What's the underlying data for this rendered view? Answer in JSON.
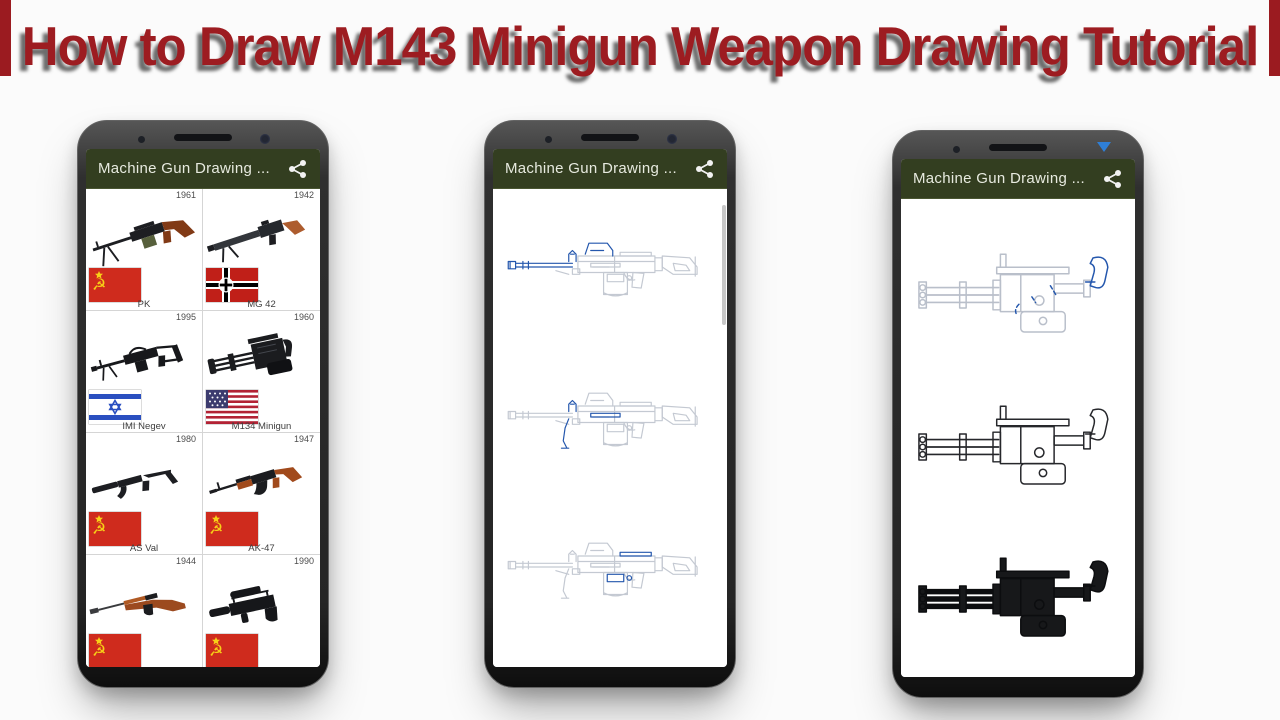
{
  "banner": {
    "title": "How to Draw M143 Minigun Weapon Drawing Tutorial"
  },
  "colors": {
    "banner_red": "#9d1c21",
    "appbar_green": "#333e20",
    "highlight_blue": "#2457ad",
    "phone_frame": "#2f2f2f"
  },
  "icons": {
    "share": "share-nodes-icon",
    "wifi": "wifi-status-icon",
    "flags": [
      "ussr",
      "nazi-war-ensign",
      "israel",
      "usa"
    ]
  },
  "phones": {
    "left": {
      "app_bar_title": "Machine Gun Drawing ...",
      "cells": [
        {
          "year": "1961",
          "name": "PK",
          "flag": "ussr",
          "gun": "pk-machine-gun"
        },
        {
          "year": "1942",
          "name": "MG 42",
          "flag": "nazi-war-ensign",
          "gun": "mg-42"
        },
        {
          "year": "1995",
          "name": "IMI Negev",
          "flag": "israel",
          "gun": "imi-negev"
        },
        {
          "year": "1960",
          "name": "M134 Minigun",
          "flag": "usa",
          "gun": "m134-minigun"
        },
        {
          "year": "1980",
          "name": "AS Val",
          "flag": "ussr",
          "gun": "as-val"
        },
        {
          "year": "1947",
          "name": "AK-47",
          "flag": "ussr",
          "gun": "ak-47"
        },
        {
          "year": "1944",
          "flag": "ussr",
          "gun": "wooden-rifle"
        },
        {
          "year": "1990",
          "flag": "ussr",
          "gun": "bullpup-rifle"
        }
      ]
    },
    "middle": {
      "app_bar_title": "Machine Gun Drawing ...",
      "steps": "3 tutorial steps, blue highlighted parts"
    },
    "right": {
      "app_bar_title": "Machine Gun Drawing ...",
      "steps": "3 tutorial steps: sketch, outline, solid"
    }
  }
}
